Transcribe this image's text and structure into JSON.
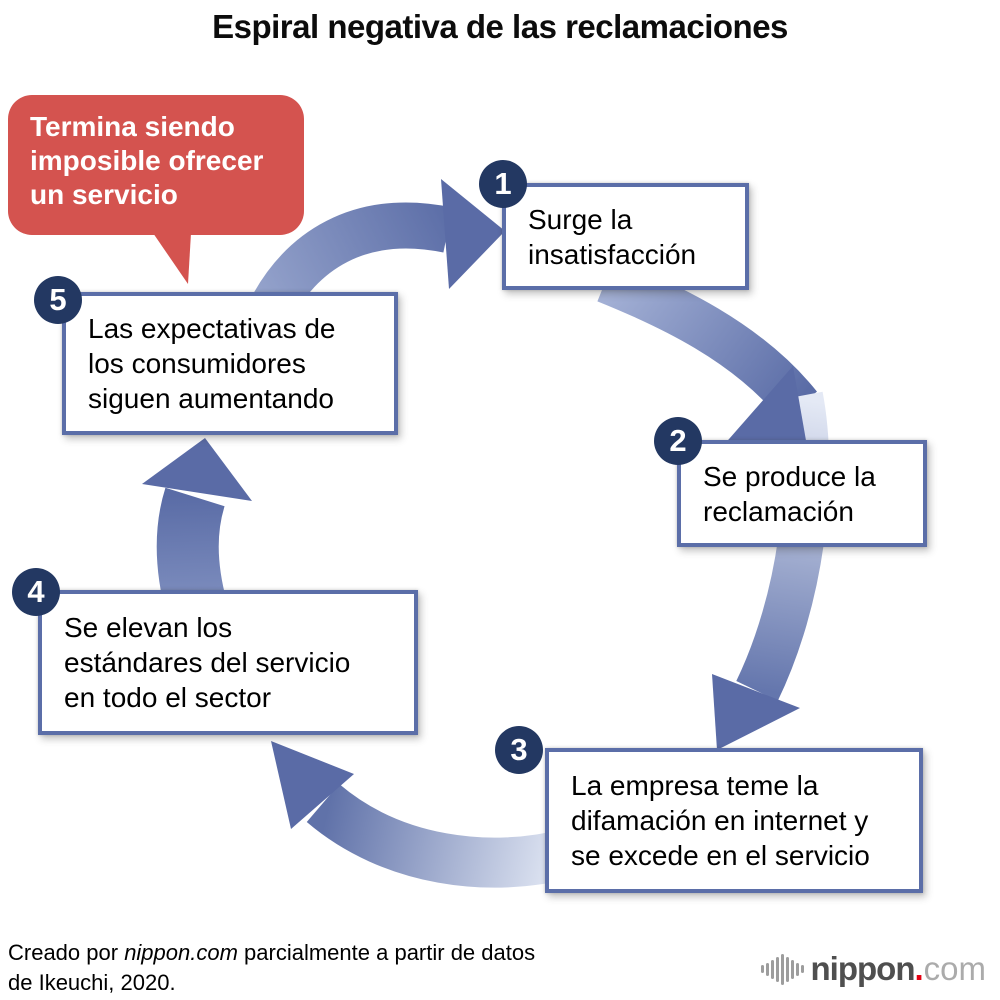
{
  "title": "Espiral negativa de las reclamaciones",
  "callout": {
    "text": "Termina siendo\nimposible ofrecer\nun servicio"
  },
  "steps": [
    {
      "number": "1",
      "label": "Surge la\ninsatisfacción"
    },
    {
      "number": "2",
      "label": "Se produce la\nreclamación"
    },
    {
      "number": "3",
      "label": "La empresa teme la\ndifamación en internet y\nse excede en el servicio"
    },
    {
      "number": "4",
      "label": "Se elevan los\nestándares del servicio\nen todo el sector"
    },
    {
      "number": "5",
      "label": "Las expectativas de\nlos consumidores\nsiguen aumentando"
    }
  ],
  "footer": {
    "prefix": "Creado por ",
    "source": "nippon.com",
    "after_source": " parcialmente a partir de datos",
    "line2": "de Ikeuchi, 2020."
  },
  "logo": {
    "brand": "nippon",
    "dot": ".",
    "tld": "com"
  },
  "colors": {
    "accent_red": "#d4534f",
    "navy": "#233862",
    "box_border": "#5b6ea8",
    "arrow_blue": "#5a6ba6",
    "logo_red": "#e60012",
    "logo_gray": "#4f4f4f",
    "logo_light": "#ababab"
  }
}
